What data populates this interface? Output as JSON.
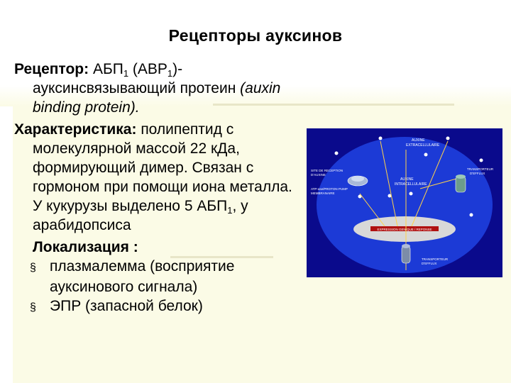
{
  "slide": {
    "title": "Рецепторы ауксинов",
    "receptor_label": "Рецептор:",
    "receptor_abp": "АБП",
    "receptor_sub1": "1",
    "receptor_abp_en_open": "(ABP",
    "receptor_sub2": "1",
    "receptor_abp_en_close": ")-",
    "receptor_desc": "ауксинсвязывающий протеин",
    "receptor_en": "(auxin binding protein).",
    "char_label": "Характеристика:",
    "char_text1": "полипептид с молекулярной массой 22 кДа, формирующий димер. Связан с гормоном при помощи иона металла. У кукурузы выделено 5 АБП",
    "char_sub": "1",
    "char_text2": ", у арабидопсиса",
    "loc_label": "Локализация :",
    "bullets": [
      "плазмалемма (восприятие ауксинового сигнала)",
      "ЭПР (запасной белок)"
    ],
    "bullet_mark": "§"
  },
  "figure": {
    "labels": {
      "auxin_extra_1": "AUXINE",
      "auxin_extra_2": "EXTRACELLULAIRE",
      "auxin_intra_1": "AUXINE",
      "auxin_intra_2": "INTRACELLULAIRE",
      "site_1": "SITE DE RECEPTION",
      "site_2": "D'AUXINE",
      "atpase_1": "ATP-ase/PROTON PUMP",
      "atpase_2": "MEMBRANAIRE",
      "transport_out_1": "TRANSPORTEUR",
      "transport_out_2": "D'EFFLUX",
      "transport_in_1": "TRANSPORTEUR",
      "transport_in_2": "D'EFFLUX",
      "bar_text": "EXPRESSION GENIQUE / REPONSE"
    },
    "colors": {
      "background": "#0a0a8c",
      "cell": "#1c3ad6",
      "nucleus": "#d8d8d8",
      "bar": "#b01010"
    }
  }
}
